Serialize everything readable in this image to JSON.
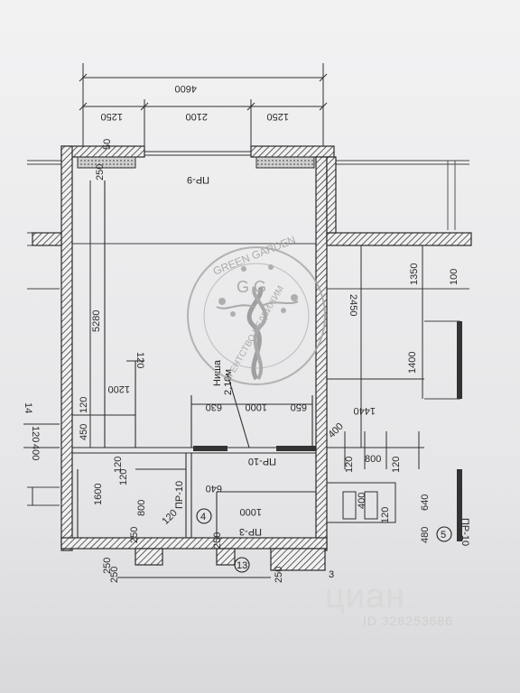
{
  "dims": {
    "total_top": "4600",
    "top_left": "1250",
    "top_mid": "2100",
    "top_right": "1250",
    "left_height": "5280",
    "right_upper": "1350",
    "right_mid": "2450",
    "right_lower": "1400",
    "right_offset": "100",
    "bath_w1": "630",
    "bath_w2": "1000",
    "bath_w3": "650",
    "small_a": "120",
    "small_b": "1200",
    "small_c": "120",
    "small_d": "450",
    "small_e": "120",
    "small_f": "14",
    "small_g": "120",
    "small_h": "400",
    "lower_a": "1600",
    "lower_b": "120",
    "lower_c": "800",
    "lower_d": "250",
    "lower_e": "250",
    "lower_f": "640",
    "lower_g": "1000",
    "lower_h": "120",
    "lower_i": "250",
    "right2_a": "1440",
    "right2_b": "400",
    "right2_c": "120",
    "right2_d": "800",
    "right2_e": "120",
    "right2_f": "400",
    "right2_g": "120",
    "right2_h": "640",
    "right2_i": "480",
    "top_wall": "250",
    "top_wall_b": "50",
    "bottom_a": "250",
    "bottom_b": "250"
  },
  "labels": {
    "pr9": "ПР-9",
    "pr10a": "ПР-10",
    "pr10b": "ПР-10",
    "pr3": "ПР-3",
    "niche": "Ниша",
    "height": "2,10м",
    "circle4": "4",
    "circle13": "13",
    "circle5": "5",
    "edge3": "3",
    "pr_right": "ПР-10"
  },
  "watermark": {
    "line1": "GREEN GARDEN",
    "line2": "АГЕНТСТВО НЕДВИЖИМ",
    "mono": "G  G"
  },
  "brand": {
    "name": "циан",
    "id": "ID 328253686"
  },
  "colors": {
    "wall": "#3a3a3a",
    "line": "#2e2e2e",
    "paper": "#efeff0"
  }
}
